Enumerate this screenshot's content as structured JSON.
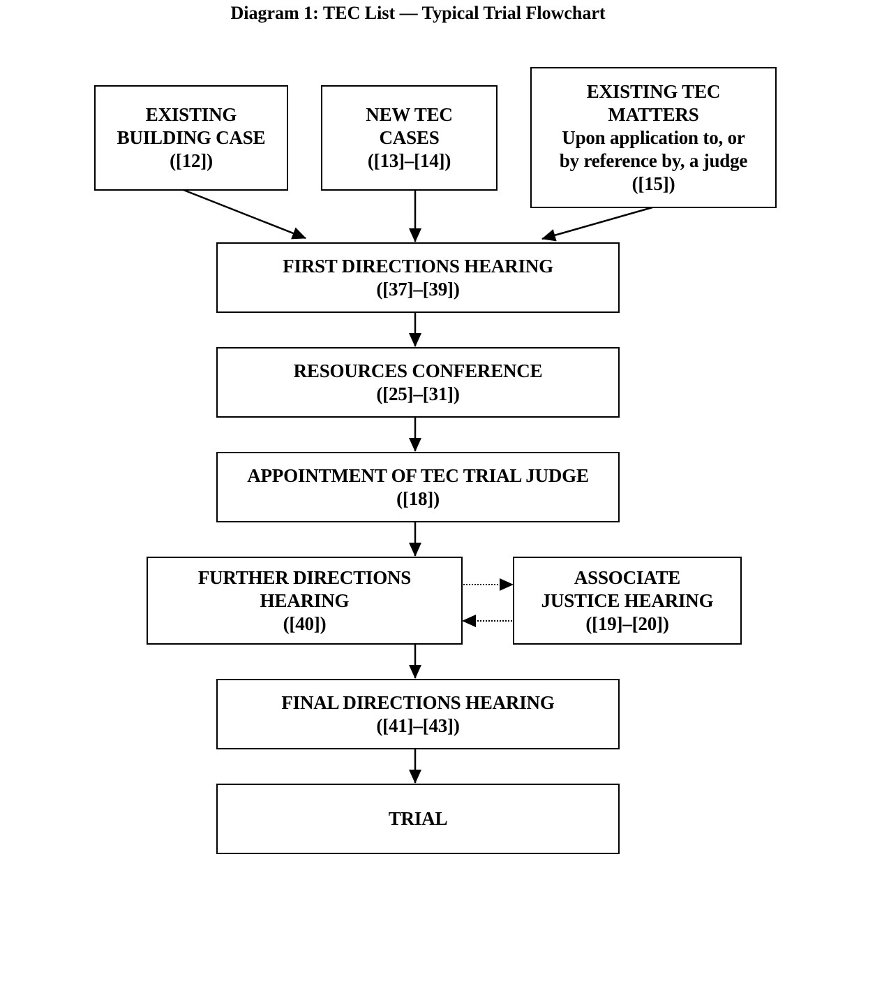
{
  "title": "Diagram 1: TEC List — Typical Trial Flowchart",
  "boxes": {
    "existing_building_case": [
      "EXISTING",
      "BUILDING CASE",
      "([12])"
    ],
    "new_tec_cases": [
      "NEW TEC",
      "CASES",
      "([13]–[14])"
    ],
    "existing_tec_matters": [
      "EXISTING TEC",
      "MATTERS",
      "Upon application to, or",
      "by reference by, a judge",
      "([15])"
    ],
    "first_directions_hearing": [
      "FIRST DIRECTIONS HEARING",
      "([37]–[39])"
    ],
    "resources_conference": [
      "RESOURCES CONFERENCE",
      "([25]–[31])"
    ],
    "appointment_tec_trial_judge": [
      "APPOINTMENT OF TEC TRIAL JUDGE",
      "([18])"
    ],
    "further_directions_hearing": [
      "FURTHER DIRECTIONS",
      "HEARING",
      "([40])"
    ],
    "associate_justice_hearing": [
      "ASSOCIATE",
      "JUSTICE HEARING",
      "([19]–[20])"
    ],
    "final_directions_hearing": [
      "FINAL DIRECTIONS HEARING",
      "([41]–[43])"
    ],
    "trial": [
      "TRIAL"
    ]
  },
  "colors": {
    "line": "#000000",
    "background": "#ffffff"
  }
}
